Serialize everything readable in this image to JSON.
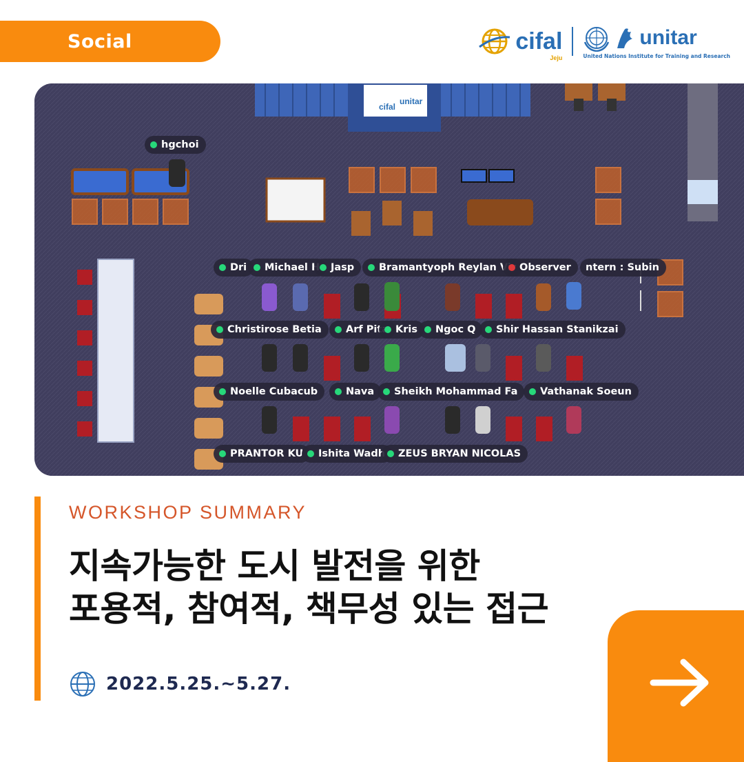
{
  "header": {
    "tag": "Social"
  },
  "logos": {
    "cifal": {
      "word": "cifal",
      "sub": "Jeju"
    },
    "unitar": {
      "word": "unitar",
      "sub": "United Nations Institute for Training and Research"
    }
  },
  "screenshot": {
    "banner": {
      "cifal": "cifal",
      "unitar": "unitar"
    },
    "name_tags": [
      {
        "text": "hgchoi",
        "status": "online"
      },
      {
        "text": "Dri",
        "status": "online"
      },
      {
        "text": "Michael H",
        "status": "online"
      },
      {
        "text": "Jasp",
        "status": "online"
      },
      {
        "text": "Bramantyoph Reylan Vir",
        "status": "online"
      },
      {
        "text": "Observer",
        "status": "busy"
      },
      {
        "text": "ntern : Subin",
        "status": "none"
      },
      {
        "text": "Christirose Betia",
        "status": "online"
      },
      {
        "text": "Arf Pita",
        "status": "online"
      },
      {
        "text": "Kris",
        "status": "online"
      },
      {
        "text": "Ngoc Q",
        "status": "online"
      },
      {
        "text": "Shir Hassan Stanikzai",
        "status": "online"
      },
      {
        "text": "Noelle Cubacub",
        "status": "online"
      },
      {
        "text": "Nava",
        "status": "online"
      },
      {
        "text": "Sheikh Mohammad Fa",
        "status": "online"
      },
      {
        "text": "Vathanak Soeun",
        "status": "online"
      },
      {
        "text": "PRANTOR KU",
        "status": "online"
      },
      {
        "text": "Ishita Wadh",
        "status": "online"
      },
      {
        "text": "ZEUS BRYAN NICOLAS",
        "status": "online"
      }
    ]
  },
  "summary": {
    "label": "WORKSHOP SUMMARY",
    "title_line1": "지속가능한 도시 발전을 위한",
    "title_line2": "포용적, 참여적, 책무성 있는 접근",
    "date": "2022.5.25.~5.27."
  },
  "icons": {
    "globe": "globe-icon",
    "next": "arrow-right-icon"
  },
  "colors": {
    "accent": "#f98b0e",
    "label": "#d5562a",
    "map_floor": "#3f3d5c",
    "brand_blue": "#2a6fb5"
  }
}
